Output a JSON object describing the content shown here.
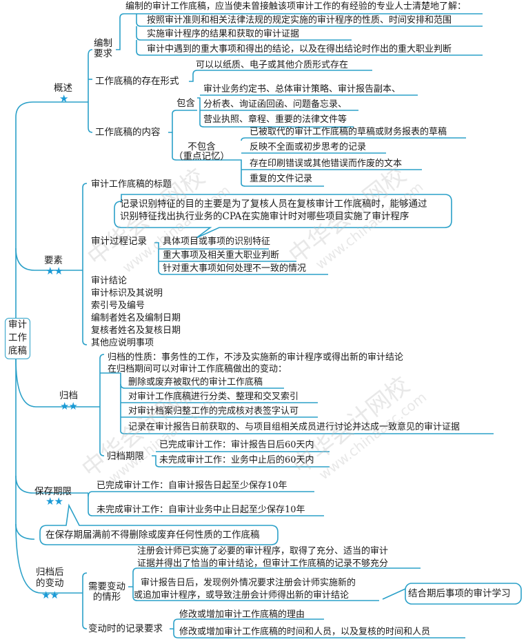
{
  "root": {
    "label": "审计工作底稿",
    "lines": [
      "审计",
      "工作",
      "底稿"
    ]
  },
  "colors": {
    "line": "#2aa0c8",
    "star": "#1a9ad6",
    "text": "#1a1a1a"
  },
  "branches": {
    "overview": {
      "label": "概述",
      "stars": "★",
      "prep": {
        "label_lines": [
          "编制",
          "要求"
        ],
        "intro": "编制的审计工作底稿，应当使未曾接触该项审计工作的有经验的专业人士清楚地了解：",
        "items": [
          "按照审计准则和相关法律法规的规定实施的审计程序的性质、时间安排和范围",
          "实施审计程序的结果和获取的审计证据",
          "审计中遇到的重大事项和得出的结论，以及在得出结论时作出的重大职业判断"
        ]
      },
      "form": {
        "label": "工作底稿的存在形式",
        "value": "可以以纸质、电子或其他介质形式存在"
      },
      "content": {
        "label": "工作底稿的内容",
        "include": {
          "label": "包含",
          "items": [
            "审计业务约定书、总体审计策略、审计报告副本、",
            "分析表、询证函回函、问题备忘录、",
            "营业执照、章程、重要的法律文件等"
          ]
        },
        "exclude": {
          "label_lines": [
            "不包含",
            "（重点记忆）"
          ],
          "items": [
            "已被取代的审计工作底稿的草稿或财务报表的草稿",
            "反映不全面或初步思考的记录",
            "存在印刷错误或其他错误而作废的文本",
            "重复的文件记录"
          ]
        }
      }
    },
    "elements": {
      "label": "要素",
      "stars": "★★",
      "items_top": [
        "审计工作底稿的标题"
      ],
      "callout": [
        "记录识别特征的目的主要是为了复核人员在复核审计工作底稿时，能够通过",
        "识别特征找出执行业务的CPA在实施审计时对哪些项目实施了审计程序"
      ],
      "process": {
        "label": "审计过程记录",
        "items": [
          "具体项目或事项的识别特征",
          "重大事项及相关重大职业判断",
          "针对重大事项如何处理不一致的情况"
        ]
      },
      "items_bottom": [
        "审计结论",
        "审计标识及其说明",
        "索引号及编号",
        "编制者姓名及编制日期",
        "复核者姓名及复核日期",
        "其他应说明事项"
      ]
    },
    "archive": {
      "label": "归档",
      "stars": "★★",
      "nature": "归档的性质：事务性的工作，不涉及实施新的审计程序或得出新的审计结论",
      "changes_intro": "在归档期间可以对审计工作底稿做出的变动：",
      "changes": [
        "删除或废弃被取代的审计工作底稿",
        "对审计工作底稿进行分类、整理和交叉索引",
        "对审计档案归整工作的完成核对表签字认可",
        "记录在审计报告日前获取的、与项目组相关成员进行讨论并达成一致意见的审计证据"
      ],
      "deadline": {
        "label": "归档期限",
        "items": [
          "已完成审计工作：审计报告日后60天内",
          "未完成审计工作：业务中止后的60天内"
        ]
      }
    },
    "retention": {
      "label": "保存期限",
      "stars": "★★",
      "items": [
        "已完成审计工作：自审计报告日起至少保存10年",
        "未完成审计工作：自审计业务中止日起至少保存10年"
      ],
      "note": "在保存期届满前不得删除或废弃任何性质的工作底稿"
    },
    "post_archive": {
      "label_lines": [
        "归档后",
        "的变动"
      ],
      "stars": "★★",
      "situations": {
        "label_lines": [
          "需要变动",
          "的情形"
        ],
        "items": [
          [
            "注册会计师已实施了必要的审计程序，取得了充分、适当的审计",
            "证据并得出了恰当的审计结论，但审计工作底稿的记录不够充分"
          ],
          [
            "审计报告日后，发现例外情况要求注册会计师实施新的",
            "或追加审计程序，或导致注册会计师得出新的审计结论"
          ]
        ],
        "callout": "结合期后事项的审计学习"
      },
      "record": {
        "label": "变动时的记录要求",
        "items": [
          "修改或增加审计工作底稿的理由",
          "修改或增加审计工作底稿的时间和人员，以及复核的时间和人员"
        ]
      }
    }
  },
  "watermark": {
    "cn": "中华会计网校",
    "url": "www.chinaacc.com"
  }
}
